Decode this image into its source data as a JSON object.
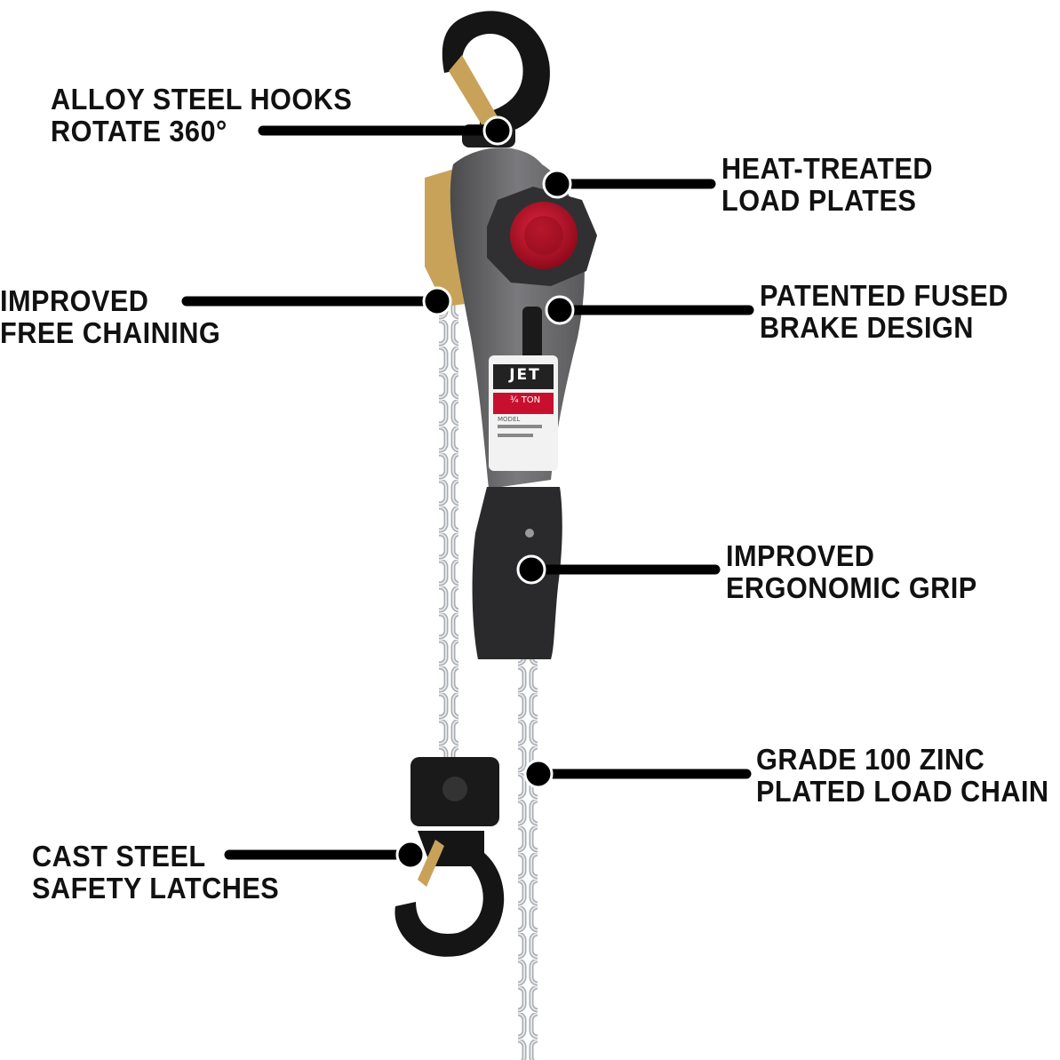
{
  "callouts": {
    "hooks": {
      "line1": "ALLOY STEEL HOOKS",
      "line2": "ROTATE 360°"
    },
    "load_plates": {
      "line1": "HEAT-TREATED",
      "line2": "LOAD PLATES"
    },
    "free_chaining": {
      "line1": "IMPROVED",
      "line2": "FREE CHAINING"
    },
    "brake": {
      "line1": "PATENTED FUSED",
      "line2": "BRAKE DESIGN"
    },
    "grip": {
      "line1": "IMPROVED",
      "line2": "ERGONOMIC GRIP"
    },
    "load_chain": {
      "line1": "GRADE 100 ZINC",
      "line2": "PLATED LOAD CHAIN"
    },
    "latches": {
      "line1": "CAST STEEL",
      "line2": "SAFETY LATCHES"
    }
  },
  "product": {
    "brand": "JET",
    "nameplate_capacity": "¾ TON",
    "nameplate_model": "MODEL"
  },
  "colors": {
    "background": "#ffffff",
    "text": "#111111",
    "leader_line": "#000000",
    "housing": "#6b6b6d",
    "brake_cap": "#c8102e",
    "brass_latch": "#c9a25a",
    "chain": "#b9bcc0",
    "hook": "#151515"
  },
  "icons": [
    "lever-hoist-illustration",
    "load-chain",
    "swivel-hook",
    "callout-dot"
  ]
}
